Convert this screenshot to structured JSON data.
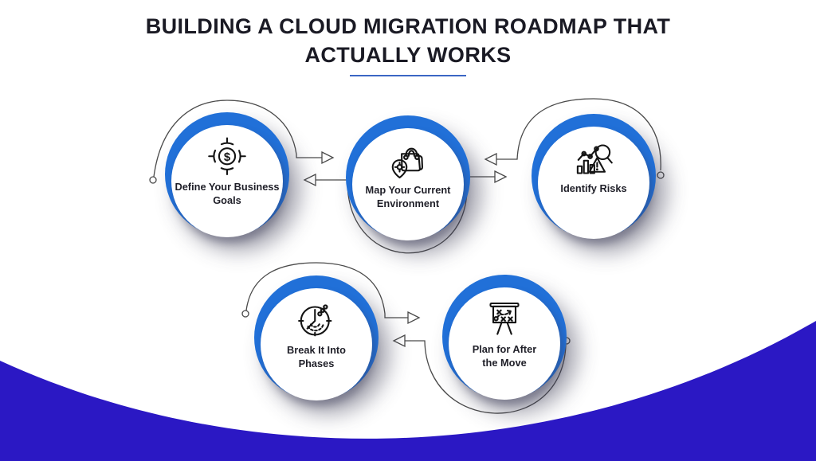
{
  "title": "BUILDING A CLOUD MIGRATION ROADMAP THAT\nACTUALLY WORKS",
  "colors": {
    "ring_blue": "#2170d8",
    "wave_blue": "#2b18c4",
    "underline_blue": "#3b66c4",
    "title_text": "#1a1a24",
    "label_text": "#1f1f28",
    "connector_gray": "#4a4a4a",
    "icon_black": "#141414"
  },
  "steps": [
    {
      "label": "Define Your Business\nGoals",
      "icon": "dollar-target-icon"
    },
    {
      "label": "Map Your Current\nEnvironment",
      "icon": "bag-location-icon"
    },
    {
      "label": "Identify Risks",
      "icon": "risk-analysis-icon"
    },
    {
      "label": "Break It Into\nPhases",
      "icon": "clock-phases-icon"
    },
    {
      "label": "Plan for After\nthe Move",
      "icon": "strategy-board-icon"
    }
  ]
}
